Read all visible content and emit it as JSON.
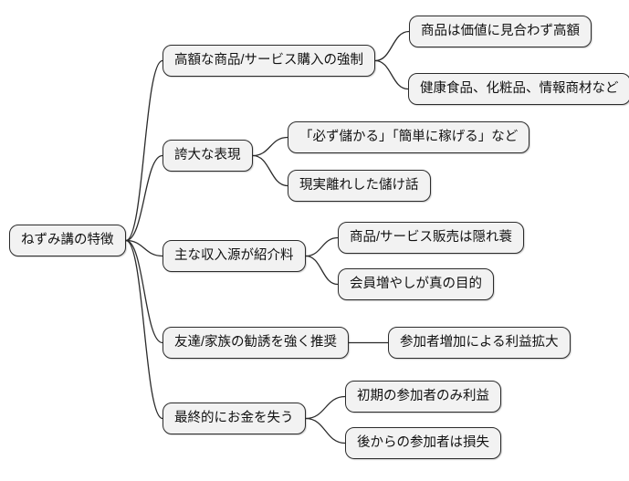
{
  "diagram": {
    "title": "ねずみ講の特徴 mind map",
    "root": {
      "label": "ねずみ講の特徴"
    },
    "branches": [
      {
        "label": "高額な商品/サービス購入の強制",
        "children": [
          {
            "label": "商品は価値に見合わず高額"
          },
          {
            "label": "健康食品、化粧品、情報商材など"
          }
        ]
      },
      {
        "label": "誇大な表現",
        "children": [
          {
            "label": "「必ず儲かる」「簡単に稼げる」など"
          },
          {
            "label": "現実離れした儲け話"
          }
        ]
      },
      {
        "label": "主な収入源が紹介料",
        "children": [
          {
            "label": "商品/サービス販売は隠れ蓑"
          },
          {
            "label": "会員増やしが真の目的"
          }
        ]
      },
      {
        "label": "友達/家族の勧誘を強く推奨",
        "children": [
          {
            "label": "参加者増加による利益拡大"
          }
        ]
      },
      {
        "label": "最終的にお金を失う",
        "children": [
          {
            "label": "初期の参加者のみ利益"
          },
          {
            "label": "後からの参加者は損失"
          }
        ]
      }
    ]
  },
  "colors": {
    "node_fill": "#f2f2f2",
    "node_border": "#2b2b2b",
    "line": "#2b2b2b",
    "background": "#ffffff"
  }
}
